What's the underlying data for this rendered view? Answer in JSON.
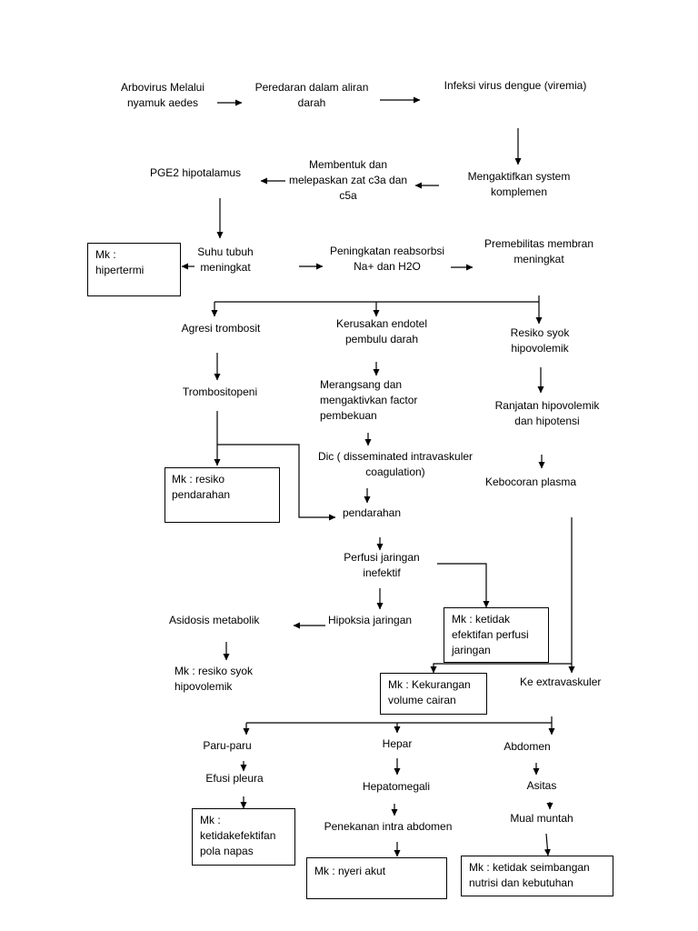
{
  "nodes": {
    "arbovirus": "Arbovirus Melalui\nnyamuk aedes",
    "peredaran": "Peredaran dalam aliran\ndarah",
    "infeksi": "Infeksi virus dengue (viremia)",
    "pge2": "PGE2 hipotalamus",
    "membentuk": "Membentuk dan\nmelepaskan zat c3a dan\nc5a",
    "mengaktifkan": "Mengaktifkan system\nkomplemen",
    "suhu": "Suhu tubuh\nmeningkat",
    "reabsorbsi": "Peningkatan reabsorbsi\nNa+ dan H2O",
    "permeabilitas": "Premebilitas membran\nmeningkat",
    "agregasi": "Agresi trombosit",
    "kerusakan": "Kerusakan endotel\npembulu darah",
    "resiko_syok": "Resiko syok\nhipovolemik",
    "trombositopeni": "Trombositopeni",
    "merangsang": "Merangsang dan\nmengaktivkan factor\npembekuan",
    "ranjatan": "Ranjatan hipovolemik\ndan hipotensi",
    "dic": "Dic ( disseminated intravaskuler\ncoagulation)",
    "kebocoran": "Kebocoran plasma",
    "pendarahan": "pendarahan",
    "perfusi": "Perfusi jaringan\ninefektif",
    "asidosis": "Asidosis metabolik",
    "hipoksia": "Hipoksia jaringan",
    "mk_syok": "Mk : resiko syok\nhipovolemik",
    "extravaskuler": "Ke extravaskuler",
    "paru": "Paru-paru",
    "hepar": "Hepar",
    "abdomen": "Abdomen",
    "efusi": "Efusi pleura",
    "hepatomegali": "Hepatomegali",
    "asitas": "Asitas",
    "penekanan": "Penekanan intra abdomen",
    "mual": "Mual muntah"
  },
  "boxes": {
    "hipertermi": "Mk :\nhipertermi",
    "pendarahan": "Mk : resiko\npendarahan",
    "perfusi": "Mk : ketidak\nefektifan perfusi\njaringan",
    "cairan": "Mk : Kekurangan\nvolume cairan",
    "napas": "Mk :\nketidakefektifan\npola napas",
    "nyeri": "Mk : nyeri akut",
    "nutrisi": "Mk : ketidak seimbangan\nnutrisi dan kebutuhan"
  }
}
